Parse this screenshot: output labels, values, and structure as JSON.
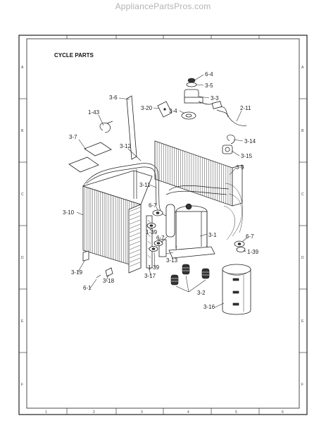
{
  "header": {
    "site": "AppliancePartsPros.com"
  },
  "diagram": {
    "title": "CYCLE PARTS",
    "margin_rows": [
      "A",
      "B",
      "C",
      "D",
      "E",
      "F"
    ],
    "margin_cols": [
      "1",
      "2",
      "3",
      "4",
      "5",
      "6"
    ],
    "callouts": {
      "c_6_4": "6-4",
      "c_3_5": "3-5",
      "c_3_3": "3-3",
      "c_3_6": "3-6",
      "c_3_20": "3-20",
      "c_3_4": "3-4",
      "c_2_11": "2-11",
      "c_1_43": "1-43",
      "c_3_14": "3-14",
      "c_3_7": "3-7",
      "c_3_12": "3-12",
      "c_3_15": "3-15",
      "c_3_9": "3-9",
      "c_3_11": "3-11",
      "c_3_10": "3-10",
      "c_6_7_a": "6-7",
      "c_1_39_a": "1-39",
      "c_6_7_b": "6-7",
      "c_3_1": "3-1",
      "c_6_7_c": "6-7",
      "c_1_39_b": "1-39",
      "c_3_13": "3-13",
      "c_1_39_c": "1-39",
      "c_3_19": "3-19",
      "c_3_17": "3-17",
      "c_3_18": "3-18",
      "c_6_1": "6-1",
      "c_3_2": "3-2",
      "c_3_16": "3-16"
    }
  }
}
